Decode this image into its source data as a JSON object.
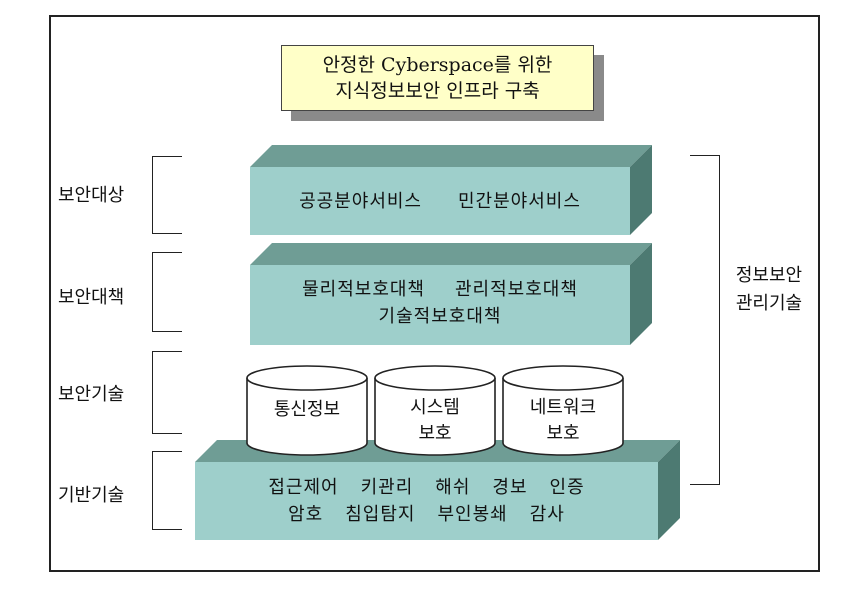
{
  "title": {
    "line1": "안정한 Cyberspace를 위한",
    "line2": "지식정보보안 인프라 구축"
  },
  "layers": {
    "target": {
      "label": "보안대상",
      "items": [
        "공공분야서비스",
        "민간분야서비스"
      ]
    },
    "measures": {
      "label": "보안대책",
      "row1": [
        "물리적보호대책",
        "관리적보호대책"
      ],
      "row2": [
        "기술적보호대책"
      ]
    },
    "tech": {
      "label": "보안기술",
      "cylinders": [
        {
          "line1": "통신정보",
          "line2": ""
        },
        {
          "line1": "시스템",
          "line2": "보호"
        },
        {
          "line1": "네트워크",
          "line2": "보호"
        }
      ]
    },
    "base": {
      "label": "기반기술",
      "row1": [
        "접근제어",
        "키관리",
        "해쉬",
        "경보",
        "인증"
      ],
      "row2": [
        "암호",
        "침입탐지",
        "부인봉쇄",
        "감사"
      ]
    }
  },
  "right_label": {
    "line1": "정보보안",
    "line2": "관리기술"
  },
  "colors": {
    "box_front": "#9ecfcb",
    "box_top": "#6f9d95",
    "box_side": "#4d7a72",
    "title_bg": "#ffffc8",
    "shadow": "#8a8a8a"
  }
}
